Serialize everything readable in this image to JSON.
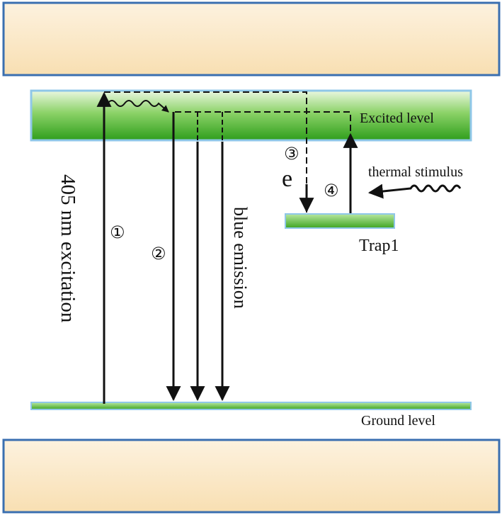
{
  "diagram": {
    "labels": {
      "excited_level": "Excited level",
      "ground_level": "Ground level",
      "trap": "Trap1",
      "excitation": "405 nm excitation",
      "emission": "blue emission",
      "thermal": "thermal stimulus",
      "electron": "e"
    },
    "steps": {
      "s1": "①",
      "s2": "②",
      "s3": "③",
      "s4": "④"
    },
    "colors": {
      "band_fill": "#fbe7c4",
      "band_border": "#3a6fb0",
      "level_green": "#4dbb2a",
      "level_border": "#8fc7e8"
    }
  }
}
